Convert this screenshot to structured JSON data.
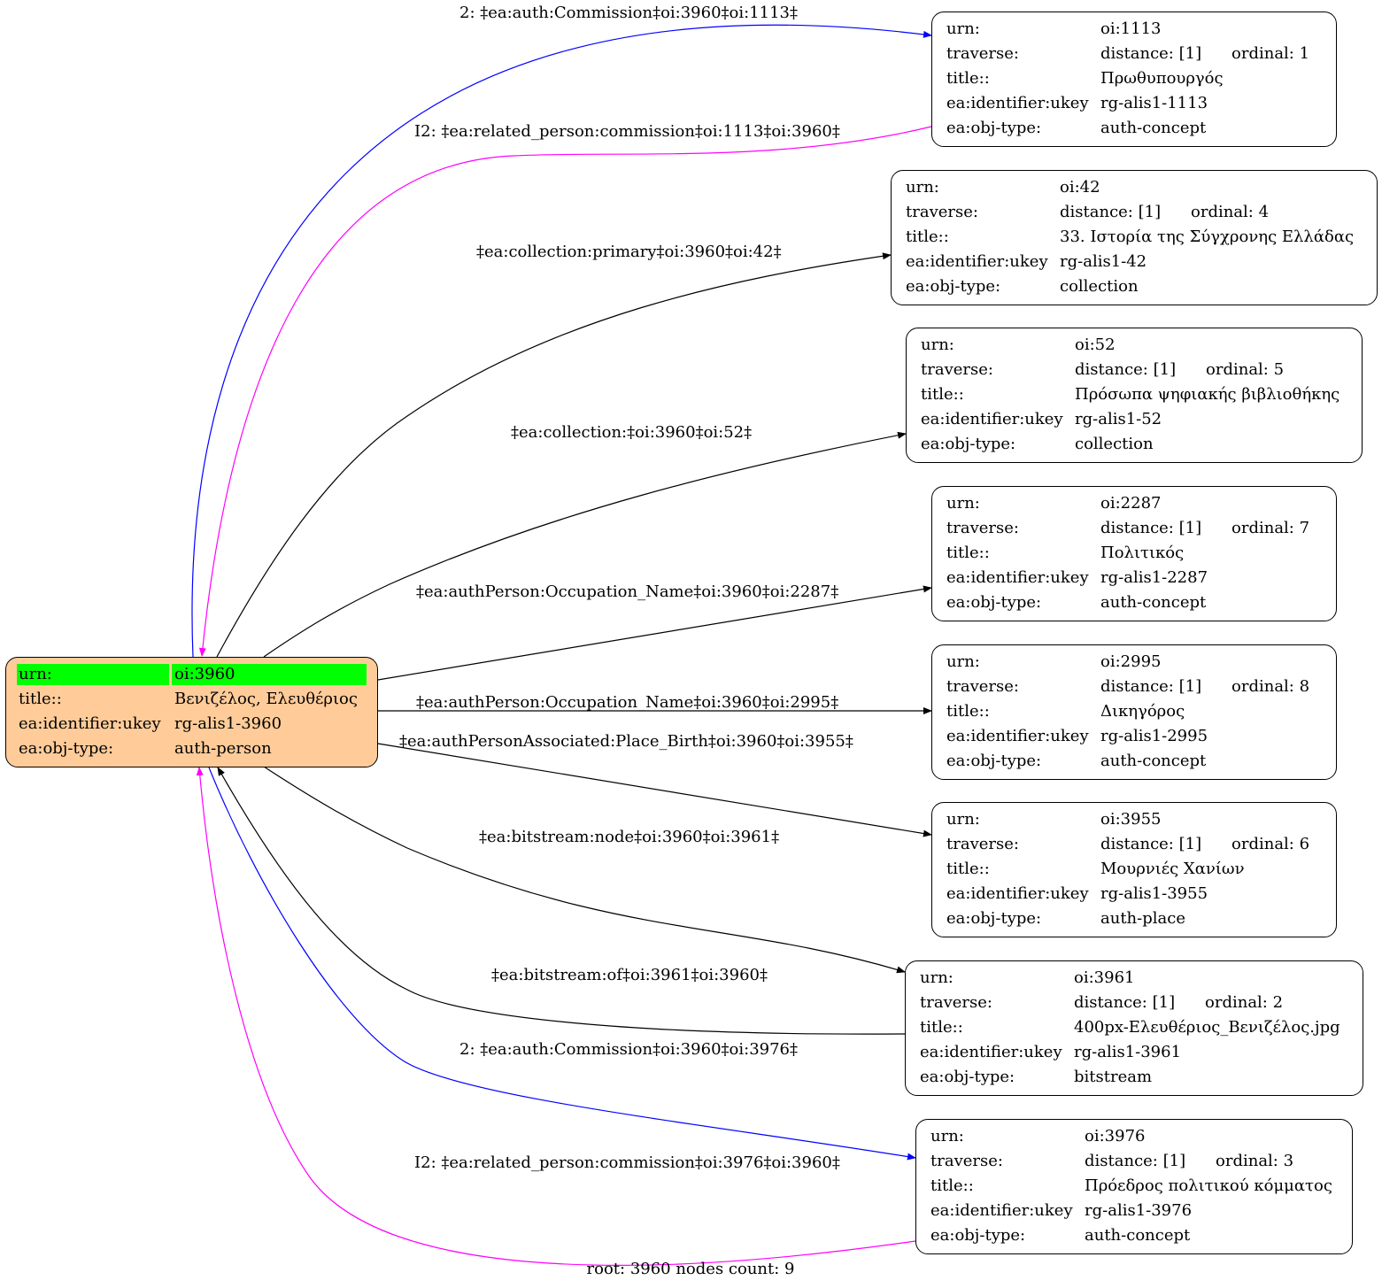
{
  "root": {
    "rows": [
      {
        "key": "urn:",
        "value": "oi:3960"
      },
      {
        "key": "title::",
        "value": "Βενιζέλος, Ελευθέριος"
      },
      {
        "key": "ea:identifier:ukey",
        "value": "rg-alis1-3960"
      },
      {
        "key": "ea:obj-type:",
        "value": "auth-person"
      }
    ],
    "fill": "#ffcc99",
    "highlight": "#00ff00"
  },
  "nodes": [
    {
      "urn": "oi:1113",
      "distance": "distance: [1]",
      "ordinal": "ordinal: 1",
      "title": "Πρωθυπουργός",
      "ukey": "rg-alis1-1113",
      "objtype": "auth-concept"
    },
    {
      "urn": "oi:42",
      "distance": "distance: [1]",
      "ordinal": "ordinal: 4",
      "title": "33. Ιστορία της Σύγχρονης Ελλάδας",
      "ukey": "rg-alis1-42",
      "objtype": "collection"
    },
    {
      "urn": "oi:52",
      "distance": "distance: [1]",
      "ordinal": "ordinal: 5",
      "title": "Πρόσωπα ψηφιακής βιβλιοθήκης",
      "ukey": "rg-alis1-52",
      "objtype": "collection"
    },
    {
      "urn": "oi:2287",
      "distance": "distance: [1]",
      "ordinal": "ordinal: 7",
      "title": "Πολιτικός",
      "ukey": "rg-alis1-2287",
      "objtype": "auth-concept"
    },
    {
      "urn": "oi:2995",
      "distance": "distance: [1]",
      "ordinal": "ordinal: 8",
      "title": "Δικηγόρος",
      "ukey": "rg-alis1-2995",
      "objtype": "auth-concept"
    },
    {
      "urn": "oi:3955",
      "distance": "distance: [1]",
      "ordinal": "ordinal: 6",
      "title": "Μουρνιές Χανίων",
      "ukey": "rg-alis1-3955",
      "objtype": "auth-place"
    },
    {
      "urn": "oi:3961",
      "distance": "distance: [1]",
      "ordinal": "ordinal: 2",
      "title": "400px-Ελευθέριος_Βενιζέλος.jpg",
      "ukey": "rg-alis1-3961",
      "objtype": "bitstream"
    },
    {
      "urn": "oi:3976",
      "distance": "distance: [1]",
      "ordinal": "ordinal: 3",
      "title": "Πρόεδρος πολιτικού κόμματος",
      "ukey": "rg-alis1-3976",
      "objtype": "auth-concept"
    }
  ],
  "keys": {
    "urn": "urn:",
    "traverse": "traverse:",
    "title": "title::",
    "ukey": "ea:identifier:ukey",
    "objtype": "ea:obj-type:"
  },
  "edges": [
    {
      "label": "2: ‡ea:auth:Commission‡oi:3960‡oi:1113‡",
      "color": "#0000ff"
    },
    {
      "label": "I2: ‡ea:related_person:commission‡oi:1113‡oi:3960‡",
      "color": "#ff00ff"
    },
    {
      "label": "‡ea:collection:primary‡oi:3960‡oi:42‡",
      "color": "#000000"
    },
    {
      "label": "‡ea:collection:‡oi:3960‡oi:52‡",
      "color": "#000000"
    },
    {
      "label": "‡ea:authPerson:Occupation_Name‡oi:3960‡oi:2287‡",
      "color": "#000000"
    },
    {
      "label": "‡ea:authPerson:Occupation_Name‡oi:3960‡oi:2995‡",
      "color": "#000000"
    },
    {
      "label": "‡ea:authPersonAssociated:Place_Birth‡oi:3960‡oi:3955‡",
      "color": "#000000"
    },
    {
      "label": "‡ea:bitstream:node‡oi:3960‡oi:3961‡",
      "color": "#000000"
    },
    {
      "label": "‡ea:bitstream:of‡oi:3961‡oi:3960‡",
      "color": "#000000"
    },
    {
      "label": "2: ‡ea:auth:Commission‡oi:3960‡oi:3976‡",
      "color": "#0000ff"
    },
    {
      "label": "I2: ‡ea:related_person:commission‡oi:3976‡oi:3960‡",
      "color": "#ff00ff"
    }
  ],
  "footer": "root: 3960 nodes count: 9"
}
